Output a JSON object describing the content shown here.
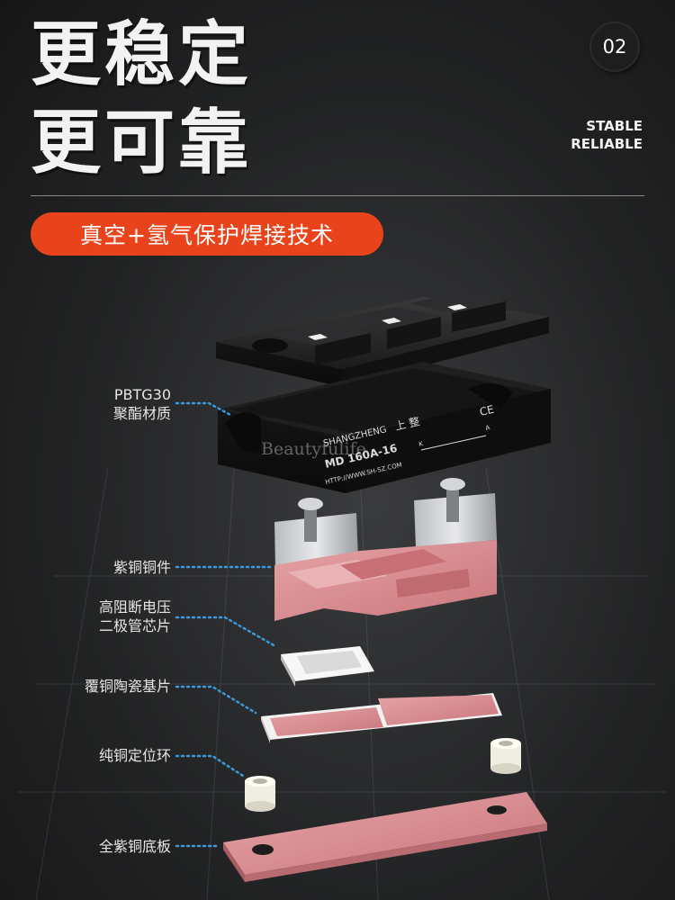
{
  "heading": {
    "line1": "更稳定",
    "line2": "更可靠"
  },
  "badge_number": "02",
  "subtitle_en": {
    "line1": "STABLE",
    "line2": "RELIABLE"
  },
  "feature_pill": "真空+氢气保护焊接技术",
  "watermark": "Beautyfulife",
  "module_print": {
    "brand_en": "SHANGZHENG",
    "brand_cn": "上 整",
    "model": "MD 160A-16",
    "url": "HTTP://WWW.SH-SZ.COM",
    "ce": "CE",
    "terminal_k": "K",
    "terminal_a": "A"
  },
  "callouts": [
    {
      "lines": [
        "PBTG30",
        "聚酯材质"
      ]
    },
    {
      "lines": [
        "紫铜铜件"
      ]
    },
    {
      "lines": [
        "高阻断电压",
        "二极管芯片"
      ]
    },
    {
      "lines": [
        "覆铜陶瓷基片"
      ]
    },
    {
      "lines": [
        "纯铜定位环"
      ]
    },
    {
      "lines": [
        "全紫铜底板"
      ]
    }
  ],
  "colors": {
    "accent": "#e8431b",
    "callout_line": "#3b9ad9",
    "copper": "#d98a8e"
  }
}
